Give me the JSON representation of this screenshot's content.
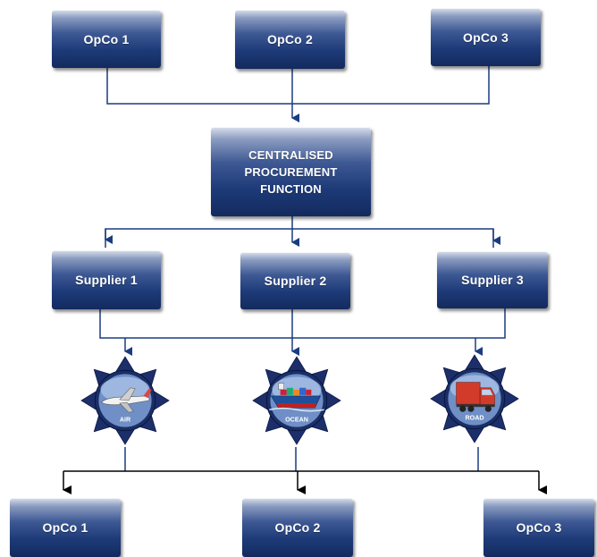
{
  "top_opcos": [
    "OpCo 1",
    "OpCo 2",
    "OpCo 3"
  ],
  "central": {
    "line1": "CENTRALISED",
    "line2": "PROCUREMENT",
    "line3": "FUNCTION"
  },
  "suppliers": [
    "Supplier 1",
    "Supplier 2",
    "Supplier 3"
  ],
  "transport_modes": [
    {
      "label": "AIR",
      "icon": "airplane-icon"
    },
    {
      "label": "OCEAN",
      "icon": "cargo-ship-icon"
    },
    {
      "label": "ROAD",
      "icon": "truck-icon"
    }
  ],
  "bottom_opcos": [
    "OpCo 1",
    "OpCo 2",
    "OpCo 3"
  ],
  "colors": {
    "box_dark": "#132a5e",
    "box_mid": "#3e5994",
    "connector_top": "#1a3c80",
    "connector_bottom": "#000000"
  }
}
